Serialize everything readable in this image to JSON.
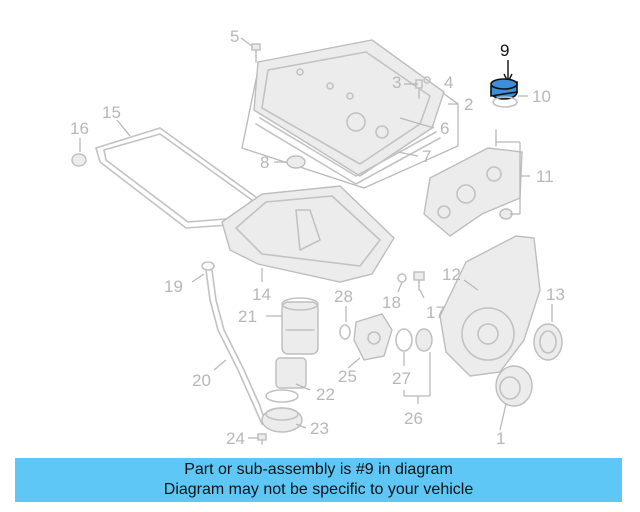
{
  "diagram": {
    "highlighted_part": "9",
    "callouts": [
      "9",
      "10",
      "5",
      "3",
      "4",
      "2",
      "6",
      "7",
      "8",
      "16",
      "15",
      "11",
      "12",
      "13",
      "19",
      "14",
      "21",
      "28",
      "18",
      "17",
      "20",
      "25",
      "27",
      "22",
      "26",
      "24",
      "23",
      "1"
    ]
  },
  "banner": {
    "line1": "Part or sub-assembly is #9 in diagram",
    "line2": "Diagram may not be specific to your vehicle"
  }
}
